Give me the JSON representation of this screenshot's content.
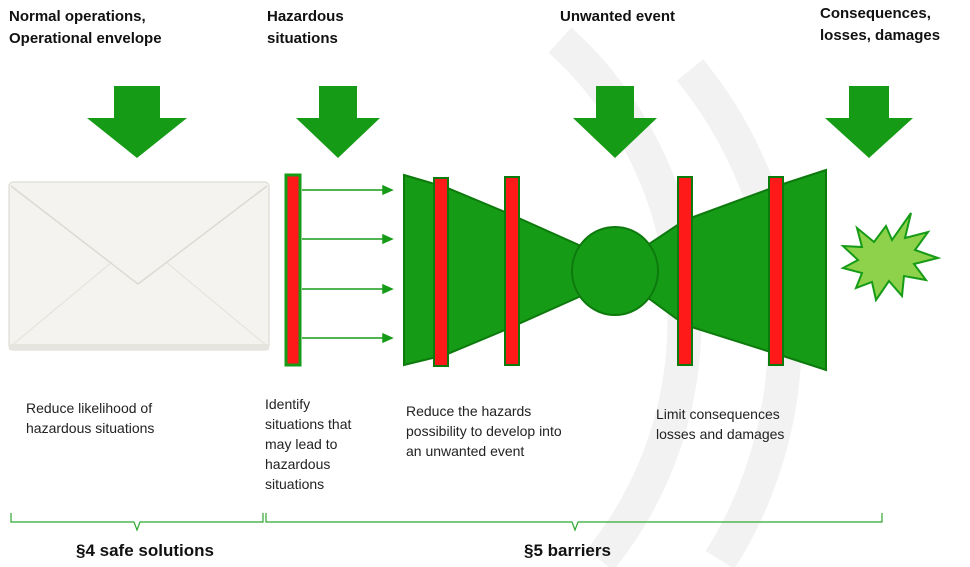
{
  "header_labels": {
    "normal_ops": "Normal operations,\nOperational envelope",
    "hazardous": "Hazardous\nsituations",
    "unwanted": "Unwanted event",
    "consequences": "Consequences,\nlosses, damages"
  },
  "descriptions": {
    "reduce_likelihood": "Reduce likelihood of\nhazardous situations",
    "identify": "Identify\nsituations that\nmay lead to\nhazardous\nsituations",
    "reduce_hazards": "Reduce the hazards\npossibility to develop into\nan unwanted event",
    "limit": "Limit consequences\nlosses and damages"
  },
  "footer": {
    "safe_solutions": "§4 safe solutions",
    "barriers": "§5 barriers"
  },
  "colors": {
    "green": "#169b16",
    "green_dark": "#0d7a0d",
    "barrier_red": "#ff1a1a",
    "burst": "#8ed24c"
  }
}
